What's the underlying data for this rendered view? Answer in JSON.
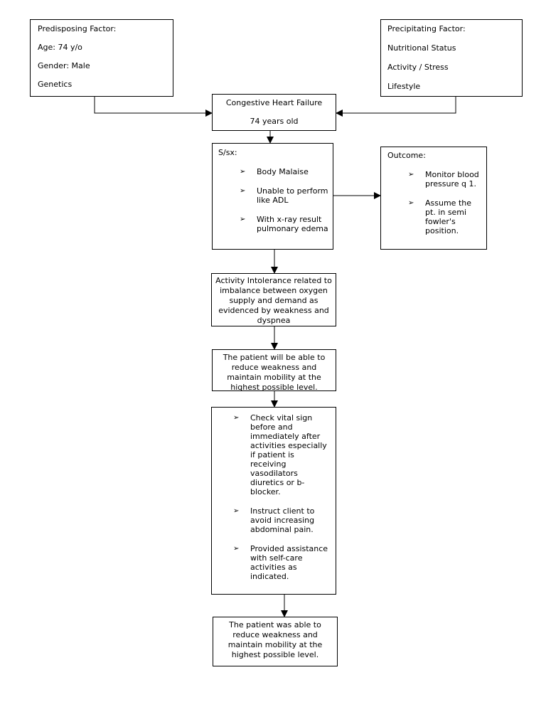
{
  "predisposing": {
    "title": "Predisposing Factor:",
    "items": [
      "Age: 74 y/o",
      "Gender: Male",
      "Genetics"
    ]
  },
  "precipitating": {
    "title": "Precipitating Factor:",
    "items": [
      "Nutritional Status",
      "Activity / Stress",
      "Lifestyle"
    ]
  },
  "diagnosis": {
    "title": "Congestive Heart Failure",
    "age": "74 years old"
  },
  "symptoms": {
    "title": "S/sx:",
    "items": [
      "Body Malaise",
      "Unable to perform like ADL",
      "With x-ray result pulmonary edema"
    ]
  },
  "outcome": {
    "title": "Outcome:",
    "items": [
      "Monitor blood pressure q 1.",
      "Assume the pt. in semi fowler's position."
    ]
  },
  "nursing_diagnosis": {
    "text": "Activity Intolerance related to imbalance between oxygen supply and demand as evidenced by weakness and dyspnea"
  },
  "goal": {
    "text": "The patient will be able to reduce weakness and maintain mobility at the highest possible level."
  },
  "interventions": {
    "items": [
      "Check vital sign before and immediately after activities especially if patient is receiving vasodilators diuretics or b-blocker.",
      "Instruct client to avoid increasing abdominal pain.",
      "Provided assistance with self-care activities as indicated."
    ]
  },
  "evaluation": {
    "text": "The patient was able to reduce weakness and maintain mobility at the highest possible level."
  },
  "bullet_glyph": "➢"
}
